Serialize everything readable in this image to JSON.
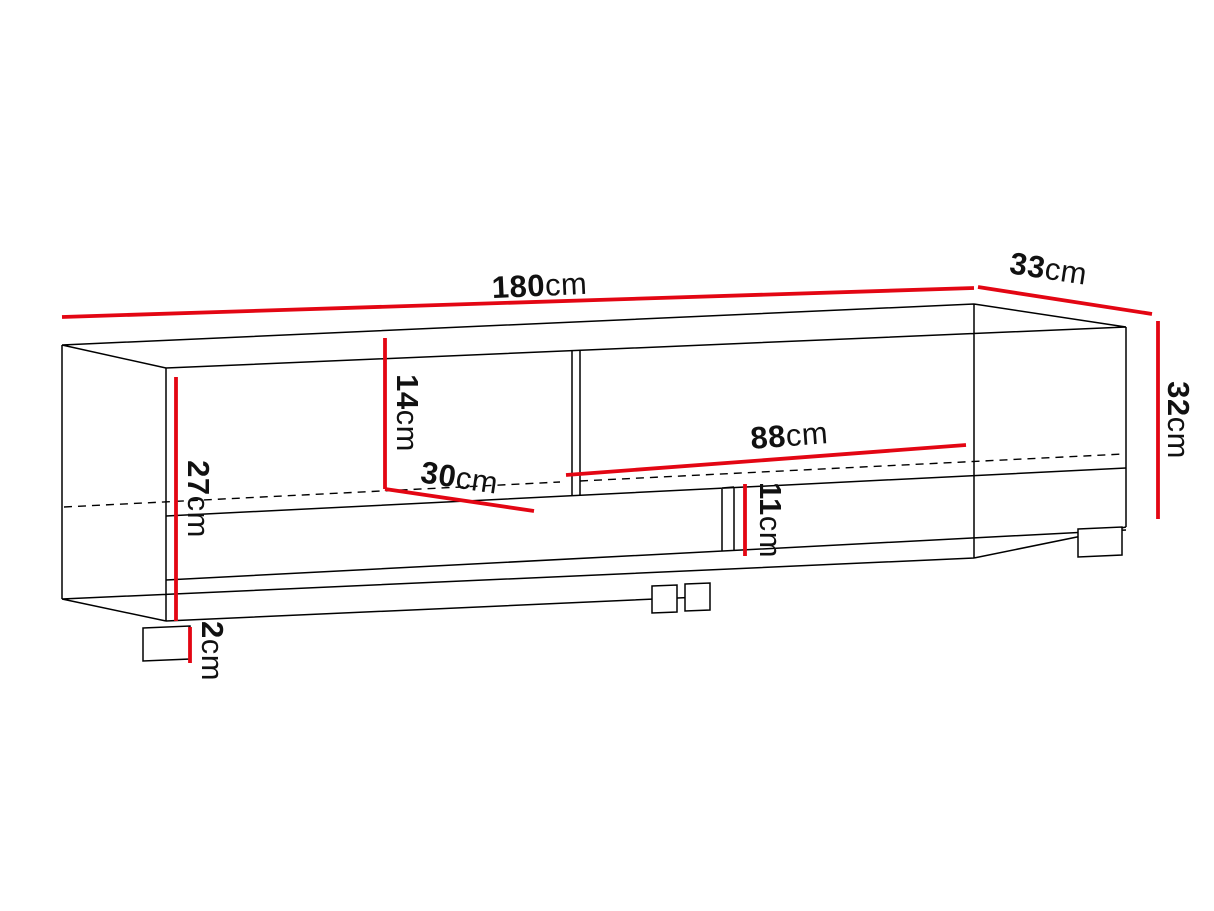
{
  "colors": {
    "dimension": "#e30613",
    "outline": "#000000",
    "label": "#111111",
    "background": "#ffffff"
  },
  "dimensions": {
    "width": {
      "value": "180",
      "unit": "cm"
    },
    "depth": {
      "value": "33",
      "unit": "cm"
    },
    "height": {
      "value": "32",
      "unit": "cm"
    },
    "interior_height": {
      "value": "27",
      "unit": "cm"
    },
    "upper_compartment_height": {
      "value": "14",
      "unit": "cm"
    },
    "shelf_depth": {
      "value": "30",
      "unit": "cm"
    },
    "compartment_width": {
      "value": "88",
      "unit": "cm"
    },
    "niche_front_height": {
      "value": "11",
      "unit": "cm"
    },
    "leg_height": {
      "value": "2",
      "unit": "cm"
    }
  }
}
